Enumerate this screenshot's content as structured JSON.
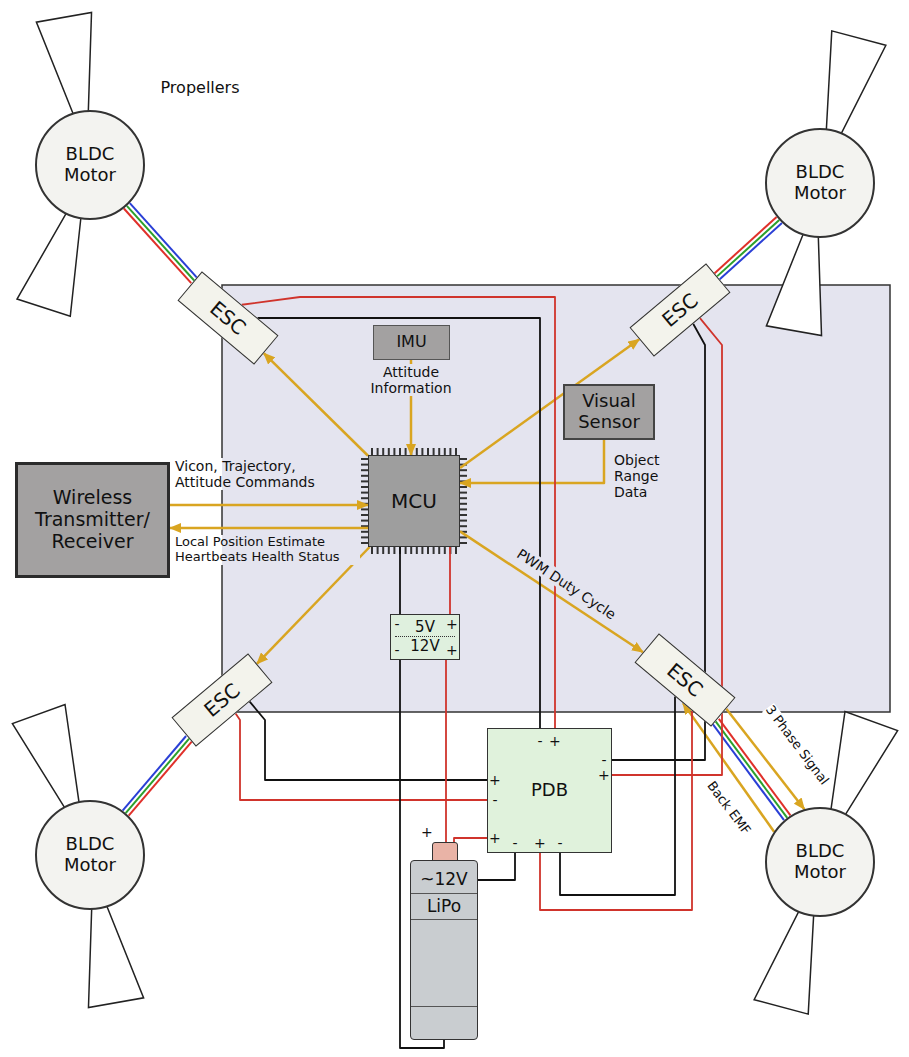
{
  "diagram": {
    "nodes": [
      {
        "text": [
          "BLDC Motor"
        ]
      },
      {
        "text": [
          "BLDC Motor"
        ]
      },
      {
        "text": [
          "ESC"
        ]
      },
      {
        "text": [
          "IMU"
        ]
      },
      {
        "text": [
          "ESC"
        ]
      },
      {
        "text": [
          "Visual Sensor"
        ]
      },
      {
        "text": [
          "Wireless Transmitter/ Receiver"
        ]
      },
      {
        "text": [
          "MCU"
        ]
      },
      {
        "text": [
          "5V",
          "12V"
        ]
      },
      {
        "text": [
          "ESC"
        ]
      },
      {
        "text": [
          "ESC"
        ]
      },
      {
        "text": [
          "PDB"
        ]
      },
      {
        "text": [
          "BLDC Motor"
        ]
      },
      {
        "text": [
          "BLDC Motor"
        ]
      },
      {
        "text": [
          "~12V",
          "LiPo"
        ]
      }
    ],
    "edges": [
      {
        "from": 3,
        "to": 7,
        "arrow": "to",
        "label": "Attitude Information"
      },
      {
        "from": 5,
        "to": 7,
        "arrow": "to",
        "label": "Object Range Data"
      },
      {
        "from": 6,
        "to": 7,
        "arrow": "to",
        "label": "Vicon, Trajectory, Attitude Commands"
      },
      {
        "from": 7,
        "to": 6,
        "arrow": "to",
        "label": "Local Position Estimate Heartbeats Health Status"
      },
      {
        "from": 7,
        "to": 2,
        "arrow": "to"
      },
      {
        "from": 7,
        "to": 4,
        "arrow": "to"
      },
      {
        "from": 7,
        "to": 9,
        "arrow": "to"
      },
      {
        "from": 7,
        "to": 10,
        "arrow": "to",
        "label": "PWM Duty Cycle"
      },
      {
        "from": 10,
        "to": 13,
        "arrow": "to",
        "label": "3 Phase Signal"
      },
      {
        "from": 13,
        "to": 10,
        "arrow": "to",
        "label": "Back EMF"
      },
      {
        "from": 2,
        "to": 0,
        "arrow": "none"
      },
      {
        "from": 4,
        "to": 1,
        "arrow": "none"
      },
      {
        "from": 9,
        "to": 12,
        "arrow": "none"
      },
      {
        "from": 10,
        "to": 13,
        "arrow": "none"
      },
      {
        "from": 2,
        "to": 11,
        "arrow": "none"
      },
      {
        "from": 2,
        "to": 11,
        "arrow": "none"
      },
      {
        "from": 4,
        "to": 11,
        "arrow": "none"
      },
      {
        "from": 4,
        "to": 11,
        "arrow": "none"
      },
      {
        "from": 9,
        "to": 11,
        "arrow": "none"
      },
      {
        "from": 9,
        "to": 11,
        "arrow": "none"
      },
      {
        "from": 10,
        "to": 11,
        "arrow": "none"
      },
      {
        "from": 10,
        "to": 11,
        "arrow": "none"
      },
      {
        "from": 7,
        "to": 8,
        "arrow": "none"
      },
      {
        "from": 7,
        "to": 8,
        "arrow": "none"
      },
      {
        "from": 8,
        "to": 14,
        "arrow": "none"
      },
      {
        "from": 8,
        "to": 14,
        "arrow": "none"
      },
      {
        "from": 14,
        "to": 11,
        "arrow": "none"
      },
      {
        "from": 14,
        "to": 11,
        "arrow": "none"
      }
    ],
    "labels": [
      "Propellers",
      "-",
      "+",
      "-",
      "+",
      "-",
      "+",
      "+",
      "-",
      "-",
      "+",
      "+",
      "-",
      "+",
      "-",
      "+"
    ]
  }
}
